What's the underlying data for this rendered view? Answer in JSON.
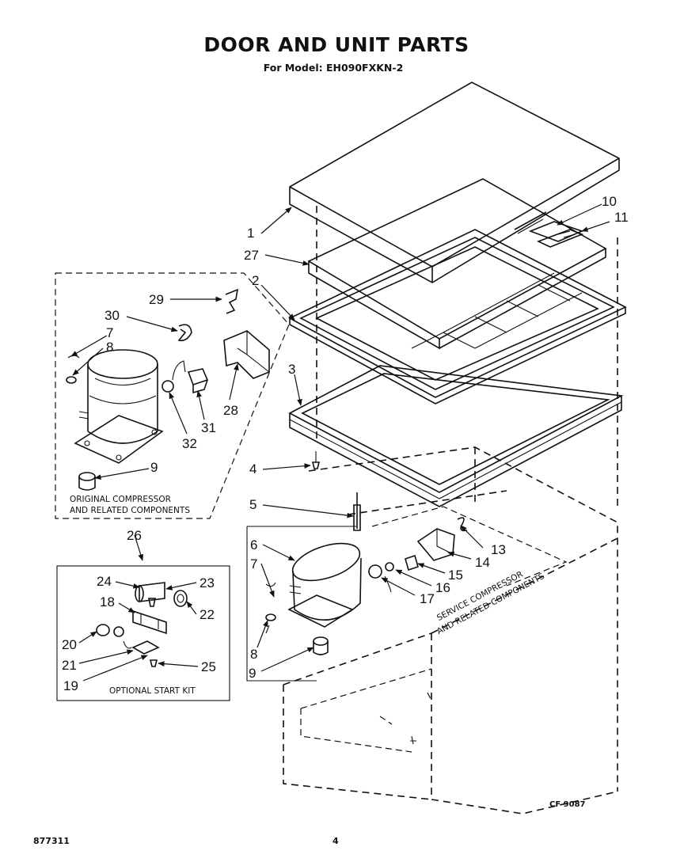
{
  "header": {
    "title": "DOOR AND UNIT PARTS",
    "subtitle": "For Model: EH090FXKN-2"
  },
  "footer": {
    "doc_number": "877311",
    "page_number": "4",
    "drawing_code": "CF 9087"
  },
  "groups": {
    "original_compressor_line1": "ORIGINAL COMPRESSOR",
    "original_compressor_line2": "AND RELATED COMPONENTS",
    "optional_start_kit": "OPTIONAL START KIT",
    "service_compressor_line1": "SERVICE COMPRESSOR",
    "service_compressor_line2": "AND RELATED COMPONENTS"
  },
  "callouts": {
    "c1": "1",
    "c2": "2",
    "c3": "3",
    "c4": "4",
    "c5": "5",
    "c6": "6",
    "c7a": "7",
    "c7b": "7",
    "c8a": "8",
    "c8b": "8",
    "c9a": "9",
    "c9b": "9",
    "c10": "10",
    "c11": "11",
    "c13": "13",
    "c14": "14",
    "c15": "15",
    "c16": "16",
    "c17": "17",
    "c18": "18",
    "c19": "19",
    "c20": "20",
    "c21": "21",
    "c22": "22",
    "c23": "23",
    "c24": "24",
    "c25": "25",
    "c26": "26",
    "c27": "27",
    "c28": "28",
    "c29": "29",
    "c30": "30",
    "c31": "31",
    "c32": "32"
  }
}
